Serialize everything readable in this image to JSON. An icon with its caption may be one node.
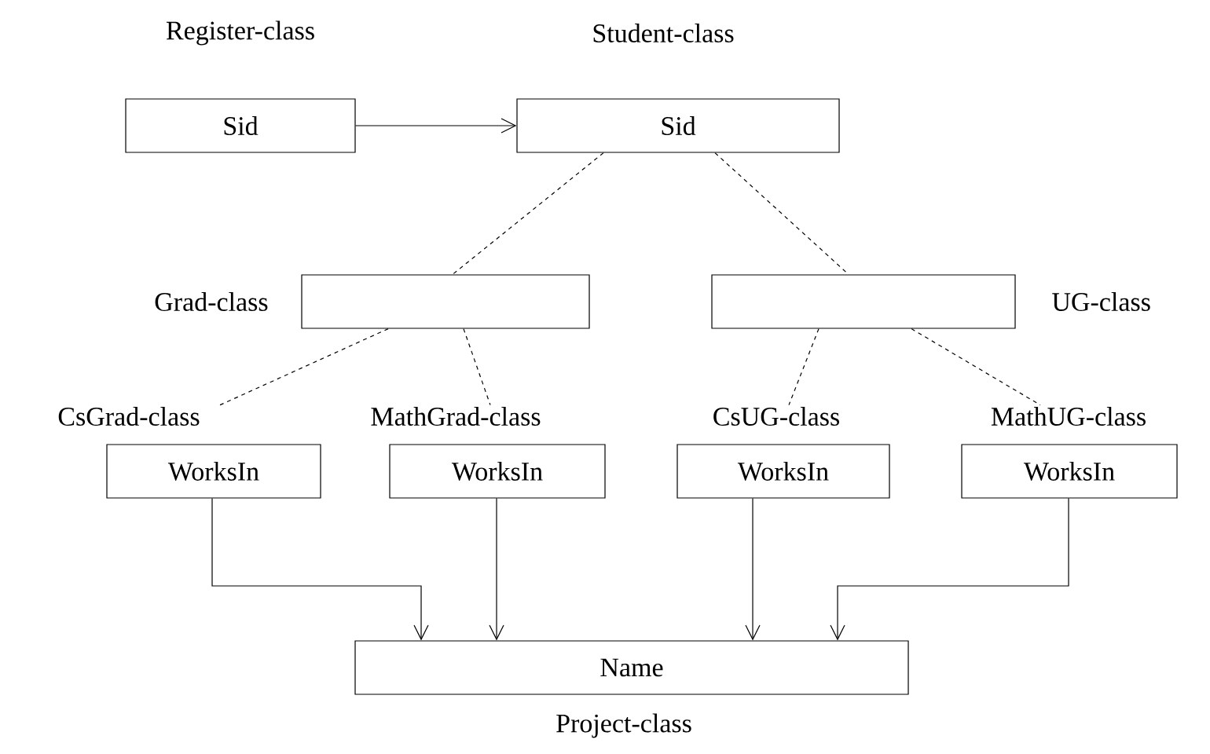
{
  "diagram": {
    "nodes": [
      {
        "text": [
          "Register-class",
          "Sid"
        ]
      },
      {
        "text": [
          "Student-class",
          "Sid"
        ]
      },
      {
        "text": [
          "Grad-class"
        ]
      },
      {
        "text": [
          "UG-class"
        ]
      },
      {
        "text": [
          "CsGrad-class",
          "WorksIn"
        ]
      },
      {
        "text": [
          "MathGrad-class",
          "WorksIn"
        ]
      },
      {
        "text": [
          "CsUG-class",
          "WorksIn"
        ]
      },
      {
        "text": [
          "MathUG-class",
          "WorksIn"
        ]
      },
      {
        "text": [
          "Name",
          "Project-class"
        ]
      }
    ],
    "edges": [
      {
        "from": 0,
        "to": 1,
        "arrow": "to"
      },
      {
        "from": 1,
        "to": 2,
        "arrow": "none",
        "style": "dashed"
      },
      {
        "from": 1,
        "to": 3,
        "arrow": "none",
        "style": "dashed"
      },
      {
        "from": 2,
        "to": 4,
        "arrow": "none",
        "style": "dashed"
      },
      {
        "from": 2,
        "to": 5,
        "arrow": "none",
        "style": "dashed"
      },
      {
        "from": 3,
        "to": 6,
        "arrow": "none",
        "style": "dashed"
      },
      {
        "from": 3,
        "to": 7,
        "arrow": "none",
        "style": "dashed"
      },
      {
        "from": 4,
        "to": 8,
        "arrow": "to"
      },
      {
        "from": 5,
        "to": 8,
        "arrow": "to"
      },
      {
        "from": 6,
        "to": 8,
        "arrow": "to"
      },
      {
        "from": 7,
        "to": 8,
        "arrow": "to"
      }
    ]
  }
}
